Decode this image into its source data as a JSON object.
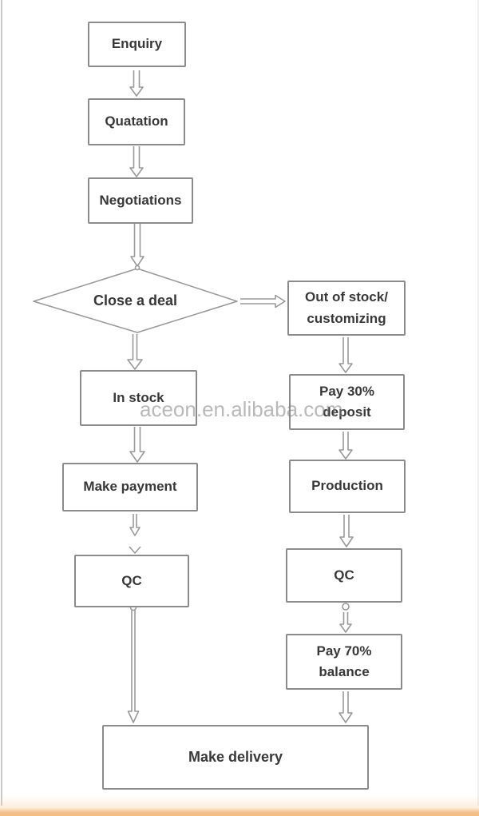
{
  "colors": {
    "box_border": "#8b8b8b",
    "connector_line": "#9a9a9a",
    "text": "#383838",
    "watermark": "#808080",
    "bottom_strip": "#f2bd84"
  },
  "watermark": {
    "text": "aceon.en.alibaba.com"
  },
  "flowchart": {
    "nodes": {
      "enquiry": {
        "label": "Enquiry"
      },
      "quatation": {
        "label": "Quatation"
      },
      "negotiations": {
        "label": "Negotiations"
      },
      "close_a_deal": {
        "label": "Close a deal"
      },
      "out_of_stock": {
        "label": "Out of stock/\ncustomizing"
      },
      "in_stock": {
        "label": "In stock"
      },
      "pay_30_deposit": {
        "label": "Pay 30%\ndeposit"
      },
      "make_payment": {
        "label": "Make payment"
      },
      "production": {
        "label": "Production"
      },
      "qc_left": {
        "label": "QC"
      },
      "qc_right": {
        "label": "QC"
      },
      "pay_70_balance": {
        "label": "Pay 70%\nbalance"
      },
      "make_delivery": {
        "label": "Make delivery"
      }
    },
    "edges": [
      "Enquiry -> Quatation",
      "Quatation -> Negotiations",
      "Negotiations -> Close a deal",
      "Close a deal -> In stock",
      "Close a deal -> Out of stock/customizing",
      "In stock -> Make payment",
      "Make payment -> QC",
      "QC -> Make delivery",
      "Out of stock/customizing -> Pay 30% deposit",
      "Pay 30% deposit -> Production",
      "Production -> QC",
      "QC -> Pay 70% balance",
      "Pay 70% balance -> Make delivery"
    ]
  }
}
